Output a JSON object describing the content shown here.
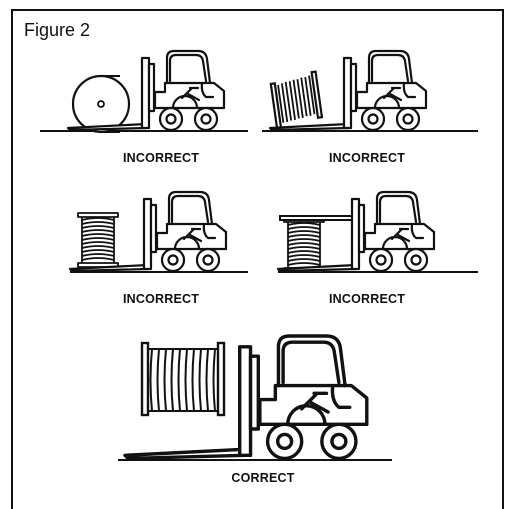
{
  "figure": {
    "title": "Figure 2"
  },
  "panels": [
    {
      "caption": "INCORRECT"
    },
    {
      "caption": "INCORRECT"
    },
    {
      "caption": "INCORRECT"
    },
    {
      "caption": "INCORRECT"
    },
    {
      "caption": "CORRECT"
    }
  ],
  "colors": {
    "ink": "#111111",
    "paper": "#ffffff"
  },
  "icons": [
    "forklift-icon",
    "cable-reel-icon"
  ]
}
